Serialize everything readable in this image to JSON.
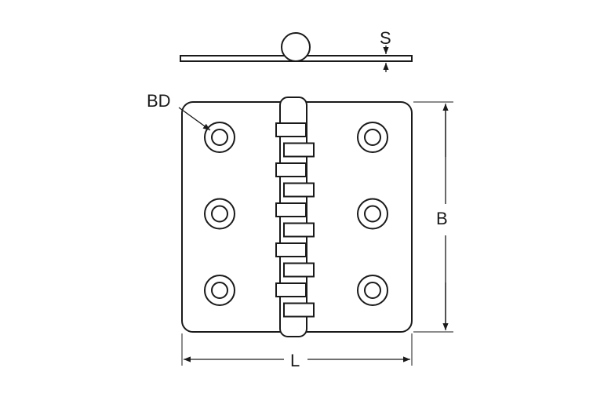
{
  "diagram": {
    "labels": {
      "thickness": "S",
      "bore_diameter": "BD",
      "height": "B",
      "length": "L"
    },
    "holes_per_leaf": 3,
    "colors": {
      "stroke": "#1a1a1a",
      "background": "#ffffff"
    }
  }
}
